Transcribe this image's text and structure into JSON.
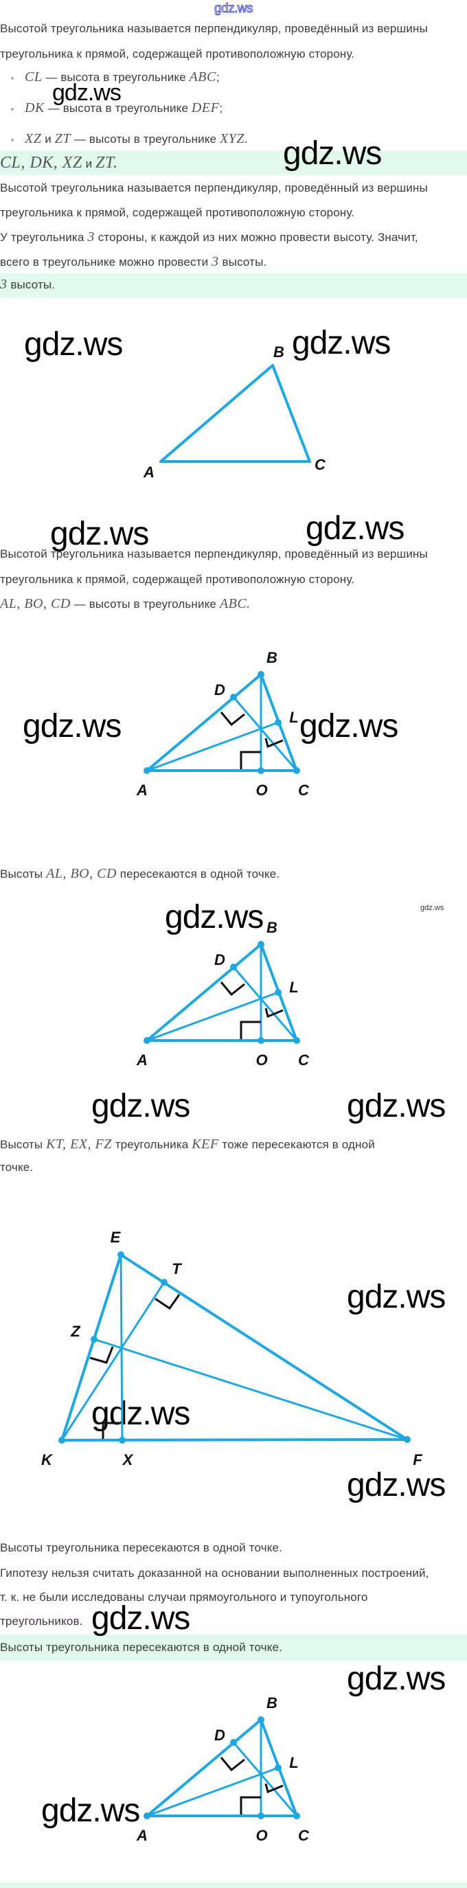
{
  "header": {
    "logo": "gdz.ws"
  },
  "colors": {
    "figure_blue": "#1ea7e1",
    "answer_band": "#e1f9ec",
    "text": "#3b3b3b"
  },
  "watermark": "gdz.ws",
  "lines": [
    {
      "segs": [
        [
          "t",
          "Высотой треугольника называется перпендикуляр, проведённый из вершины"
        ]
      ]
    },
    {
      "segs": [
        [
          "t",
          "треугольника к прямой, содержащей противоположную сторону."
        ]
      ]
    },
    {
      "segs": [
        [
          "m",
          "CL"
        ],
        [
          "t",
          " — высота в треугольнике "
        ],
        [
          "m",
          "ABC"
        ],
        [
          "t",
          ";"
        ]
      ]
    },
    {
      "segs": [
        [
          "m",
          "DK"
        ],
        [
          "t",
          " — высота в треугольнике "
        ],
        [
          "m",
          "DEF"
        ],
        [
          "t",
          ";"
        ]
      ]
    },
    {
      "segs": [
        [
          "m",
          "XZ"
        ],
        [
          "t",
          " и "
        ],
        [
          "m",
          "ZT"
        ],
        [
          "t",
          " — высоты в треугольнике "
        ],
        [
          "m",
          "XYZ."
        ]
      ]
    },
    {
      "segs": [
        [
          "m",
          "CL, DK, XZ"
        ],
        [
          "t",
          " и "
        ],
        [
          "m",
          "ZT."
        ]
      ]
    },
    {
      "segs": [
        [
          "t",
          "Высотой треугольника называется перпендикуляр, проведённый из вершины"
        ]
      ]
    },
    {
      "segs": [
        [
          "t",
          "треугольника к прямой, содержащей противоположную сторону."
        ]
      ]
    },
    {
      "segs": [
        [
          "t",
          "У треугольника "
        ],
        [
          "m",
          "3"
        ],
        [
          "t",
          " стороны, к каждой из них можно провести высоту. Значит,"
        ]
      ]
    },
    {
      "segs": [
        [
          "t",
          "всего в треугольнике можно провести "
        ],
        [
          "m",
          "3"
        ],
        [
          "t",
          " высоты."
        ]
      ]
    },
    {
      "segs": [
        [
          "m",
          "3"
        ],
        [
          "t",
          " высоты."
        ]
      ]
    },
    {
      "segs": [
        [
          "t",
          "Высотой треугольника называется перпендикуляр, проведённый из вершины"
        ]
      ]
    },
    {
      "segs": [
        [
          "t",
          "треугольника к прямой, содержащей противоположную сторону."
        ]
      ]
    },
    {
      "segs": [
        [
          "m",
          "AL,  BO,  CD"
        ],
        [
          "t",
          " — высоты в треугольнике "
        ],
        [
          "m",
          "ABC."
        ]
      ]
    },
    {
      "segs": [
        [
          "t",
          "Высоты "
        ],
        [
          "m",
          "AL,  BO,  CD"
        ],
        [
          "t",
          " пересекаются в одной точке."
        ]
      ]
    },
    {
      "segs": [
        [
          "t",
          "Высоты "
        ],
        [
          "m",
          "KT,  EX,  FZ"
        ],
        [
          "t",
          " треугольника "
        ],
        [
          "m",
          "KEF"
        ],
        [
          "t",
          " тоже пересекаются в одной"
        ]
      ]
    },
    {
      "segs": [
        [
          "t",
          "точке."
        ]
      ]
    },
    {
      "segs": [
        [
          "t",
          "Высоты треугольника пересекаются в одной точке."
        ]
      ]
    },
    {
      "segs": [
        [
          "t",
          "Гипотезу нельзя считать доказанной на основании выполненных построений,"
        ]
      ]
    },
    {
      "segs": [
        [
          "t",
          "т. к. не были исследованы случаи прямоугольного и тупоугольного"
        ]
      ]
    },
    {
      "segs": [
        [
          "t",
          "треугольников."
        ]
      ]
    },
    {
      "segs": [
        [
          "t",
          "Высоты треугольника пересекаются в одной точке."
        ]
      ]
    }
  ],
  "figures": {
    "triangle_abc": {
      "labels": [
        "A",
        "B",
        "C"
      ]
    },
    "triangle_abc_altitudes": {
      "labels": [
        "A",
        "B",
        "C",
        "D",
        "L",
        "O"
      ]
    },
    "triangle_kef": {
      "labels": [
        "K",
        "E",
        "F",
        "T",
        "Z",
        "X"
      ]
    }
  }
}
